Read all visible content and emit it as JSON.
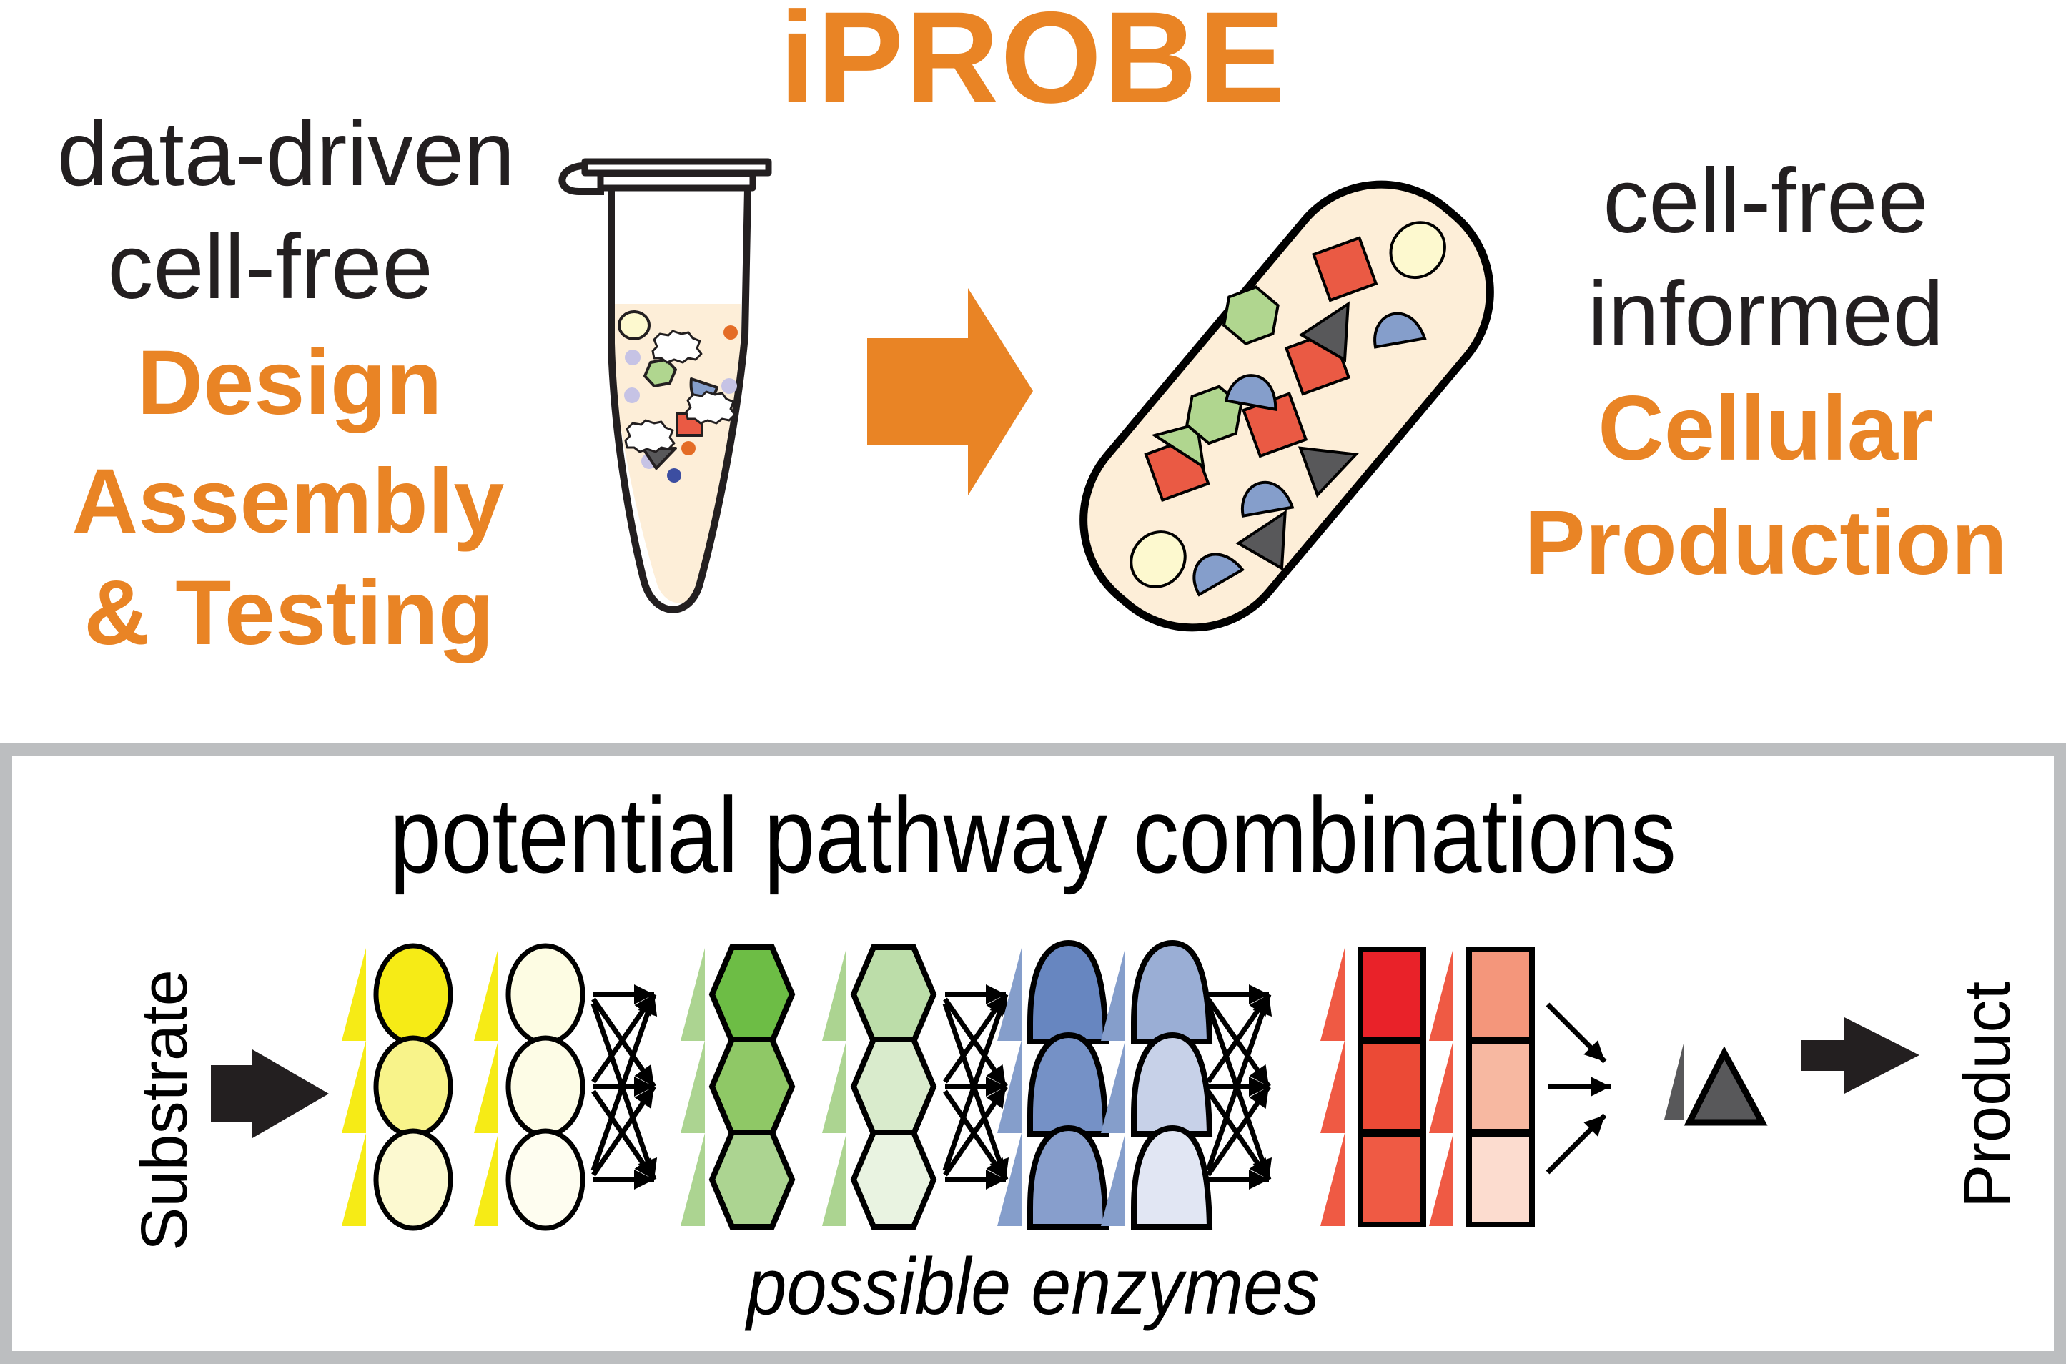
{
  "title": "iPROBE",
  "colors": {
    "accent_orange": "#e98425",
    "text_black": "#231f20",
    "panel_border": "#bcbec0",
    "liquid": "#fdeed8",
    "shape_yellow": "#fdf9cf",
    "shape_green": "#b0d68f",
    "shape_blue": "#859ecb",
    "shape_red": "#ea5a44",
    "shape_gray": "#58585a"
  },
  "left_block": {
    "lines": [
      {
        "text": "data-driven",
        "style": "black"
      },
      {
        "text": "cell-free",
        "style": "black"
      },
      {
        "text": "Design",
        "style": "orange"
      },
      {
        "text": "Assembly",
        "style": "orange"
      },
      {
        "text": "& Testing",
        "style": "orange"
      }
    ]
  },
  "right_block": {
    "lines": [
      {
        "text": "cell-free",
        "style": "black"
      },
      {
        "text": "informed",
        "style": "black"
      },
      {
        "text": "Cellular",
        "style": "orange"
      },
      {
        "text": "Production",
        "style": "orange"
      }
    ]
  },
  "illustrations": {
    "tube": "microcentrifuge-tube-icon",
    "transition_arrow": "orange-right-arrow-icon",
    "cell": "rod-shaped-cell-icon"
  },
  "panel": {
    "title": "potential pathway combinations",
    "caption": "possible enzymes",
    "substrate_label": "Substrate",
    "product_label": "Product",
    "steps": [
      {
        "shape": "circle",
        "color_family": "yellow",
        "wedge_color": "#f6eb16",
        "columns": [
          [
            "#f6eb16",
            "#f8f38a",
            "#fcf9d0"
          ],
          [
            "#fdfce3",
            "#fdfce6",
            "#fefdf0"
          ]
        ]
      },
      {
        "shape": "hexagon",
        "color_family": "green",
        "wedge_color": "#acd491",
        "columns": [
          [
            "#6dbd45",
            "#8fc866",
            "#acd491"
          ],
          [
            "#bcdda9",
            "#d9ebcc",
            "#e9f3e1"
          ]
        ]
      },
      {
        "shape": "arch",
        "color_family": "blue",
        "wedge_color": "#859ecb",
        "columns": [
          [
            "#6786c0",
            "#7591c6",
            "#879ecc"
          ],
          [
            "#9aaed5",
            "#c7d1e8",
            "#e1e6f3"
          ]
        ]
      },
      {
        "shape": "square",
        "color_family": "red",
        "wedge_color": "#ef5a44",
        "columns": [
          [
            "#e92229",
            "#eb4a36",
            "#ef5a44"
          ],
          [
            "#f4967b",
            "#f7b8a1",
            "#fcdccf"
          ]
        ]
      }
    ],
    "final_product": {
      "shape": "triangle",
      "color": "#58585a",
      "wedge_color": "#58585a"
    }
  }
}
